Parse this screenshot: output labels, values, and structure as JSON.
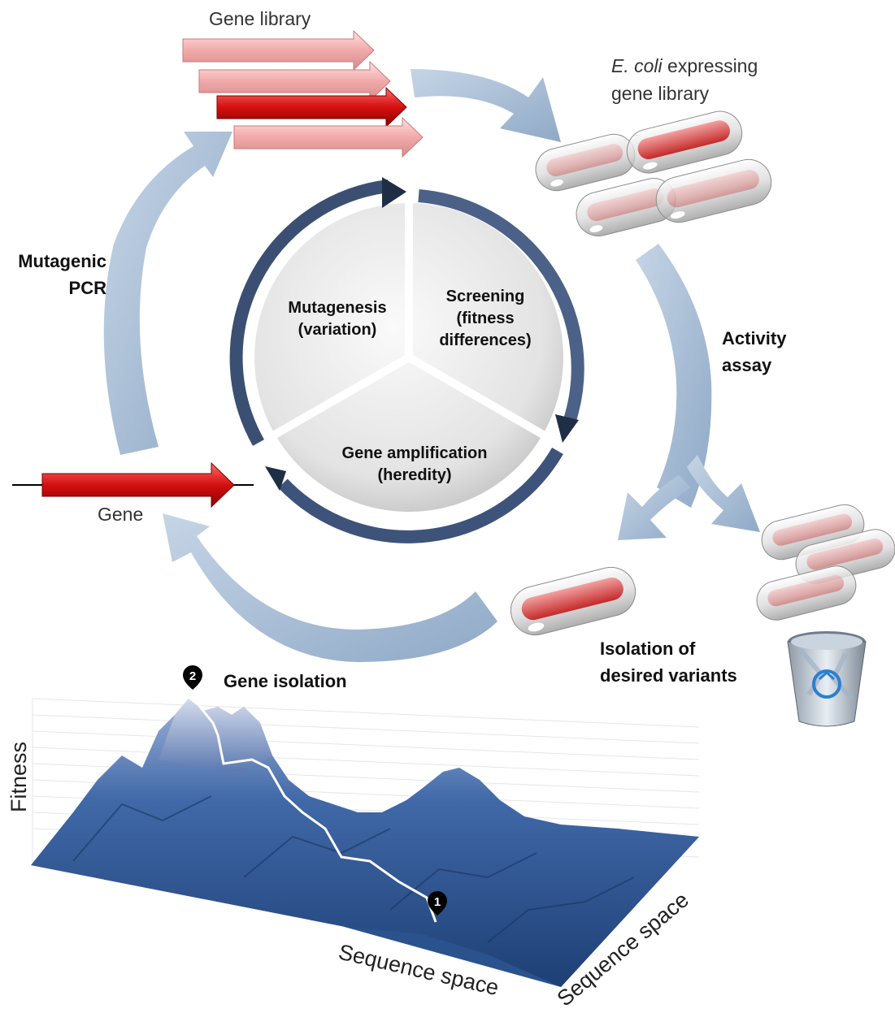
{
  "labels": {
    "gene_library": "Gene library",
    "ecoli_italic": "E. coli",
    "ecoli_rest": " expressing",
    "ecoli_line2": "gene library",
    "mutagenic_pcr_line1": "Mutagenic",
    "mutagenic_pcr_line2": "PCR",
    "activity_assay_line1": "Activity",
    "activity_assay_line2": "assay",
    "gene": "Gene",
    "isolation_line1": "Isolation of",
    "isolation_line2": "desired variants",
    "gene_isolation": "Gene isolation"
  },
  "inner_cycle": {
    "mutagenesis_line1": "Mutagenesis",
    "mutagenesis_line2": "(variation)",
    "screening_line1": "Screening",
    "screening_line2": "(fitness",
    "screening_line3": "differences)",
    "amplification_line1": "Gene amplification",
    "amplification_line2": "(heredity)"
  },
  "landscape": {
    "y_axis": "Fitness",
    "x_axis": "Sequence space",
    "z_axis": "Sequence space",
    "marker_start": "1",
    "marker_end": "2"
  },
  "icons": {
    "gene_arrow": "red-gene-arrow-icon",
    "bacterium": "e-coli-capsule-icon",
    "trash": "recycle-bin-icon"
  },
  "colors": {
    "gene_red": "#d01010",
    "library_pink": "#f3b3b3",
    "cycle_arrow": "#a8bdd6",
    "inner_ring": "#2e3e58",
    "landscape_blue": "#2f5a96"
  }
}
